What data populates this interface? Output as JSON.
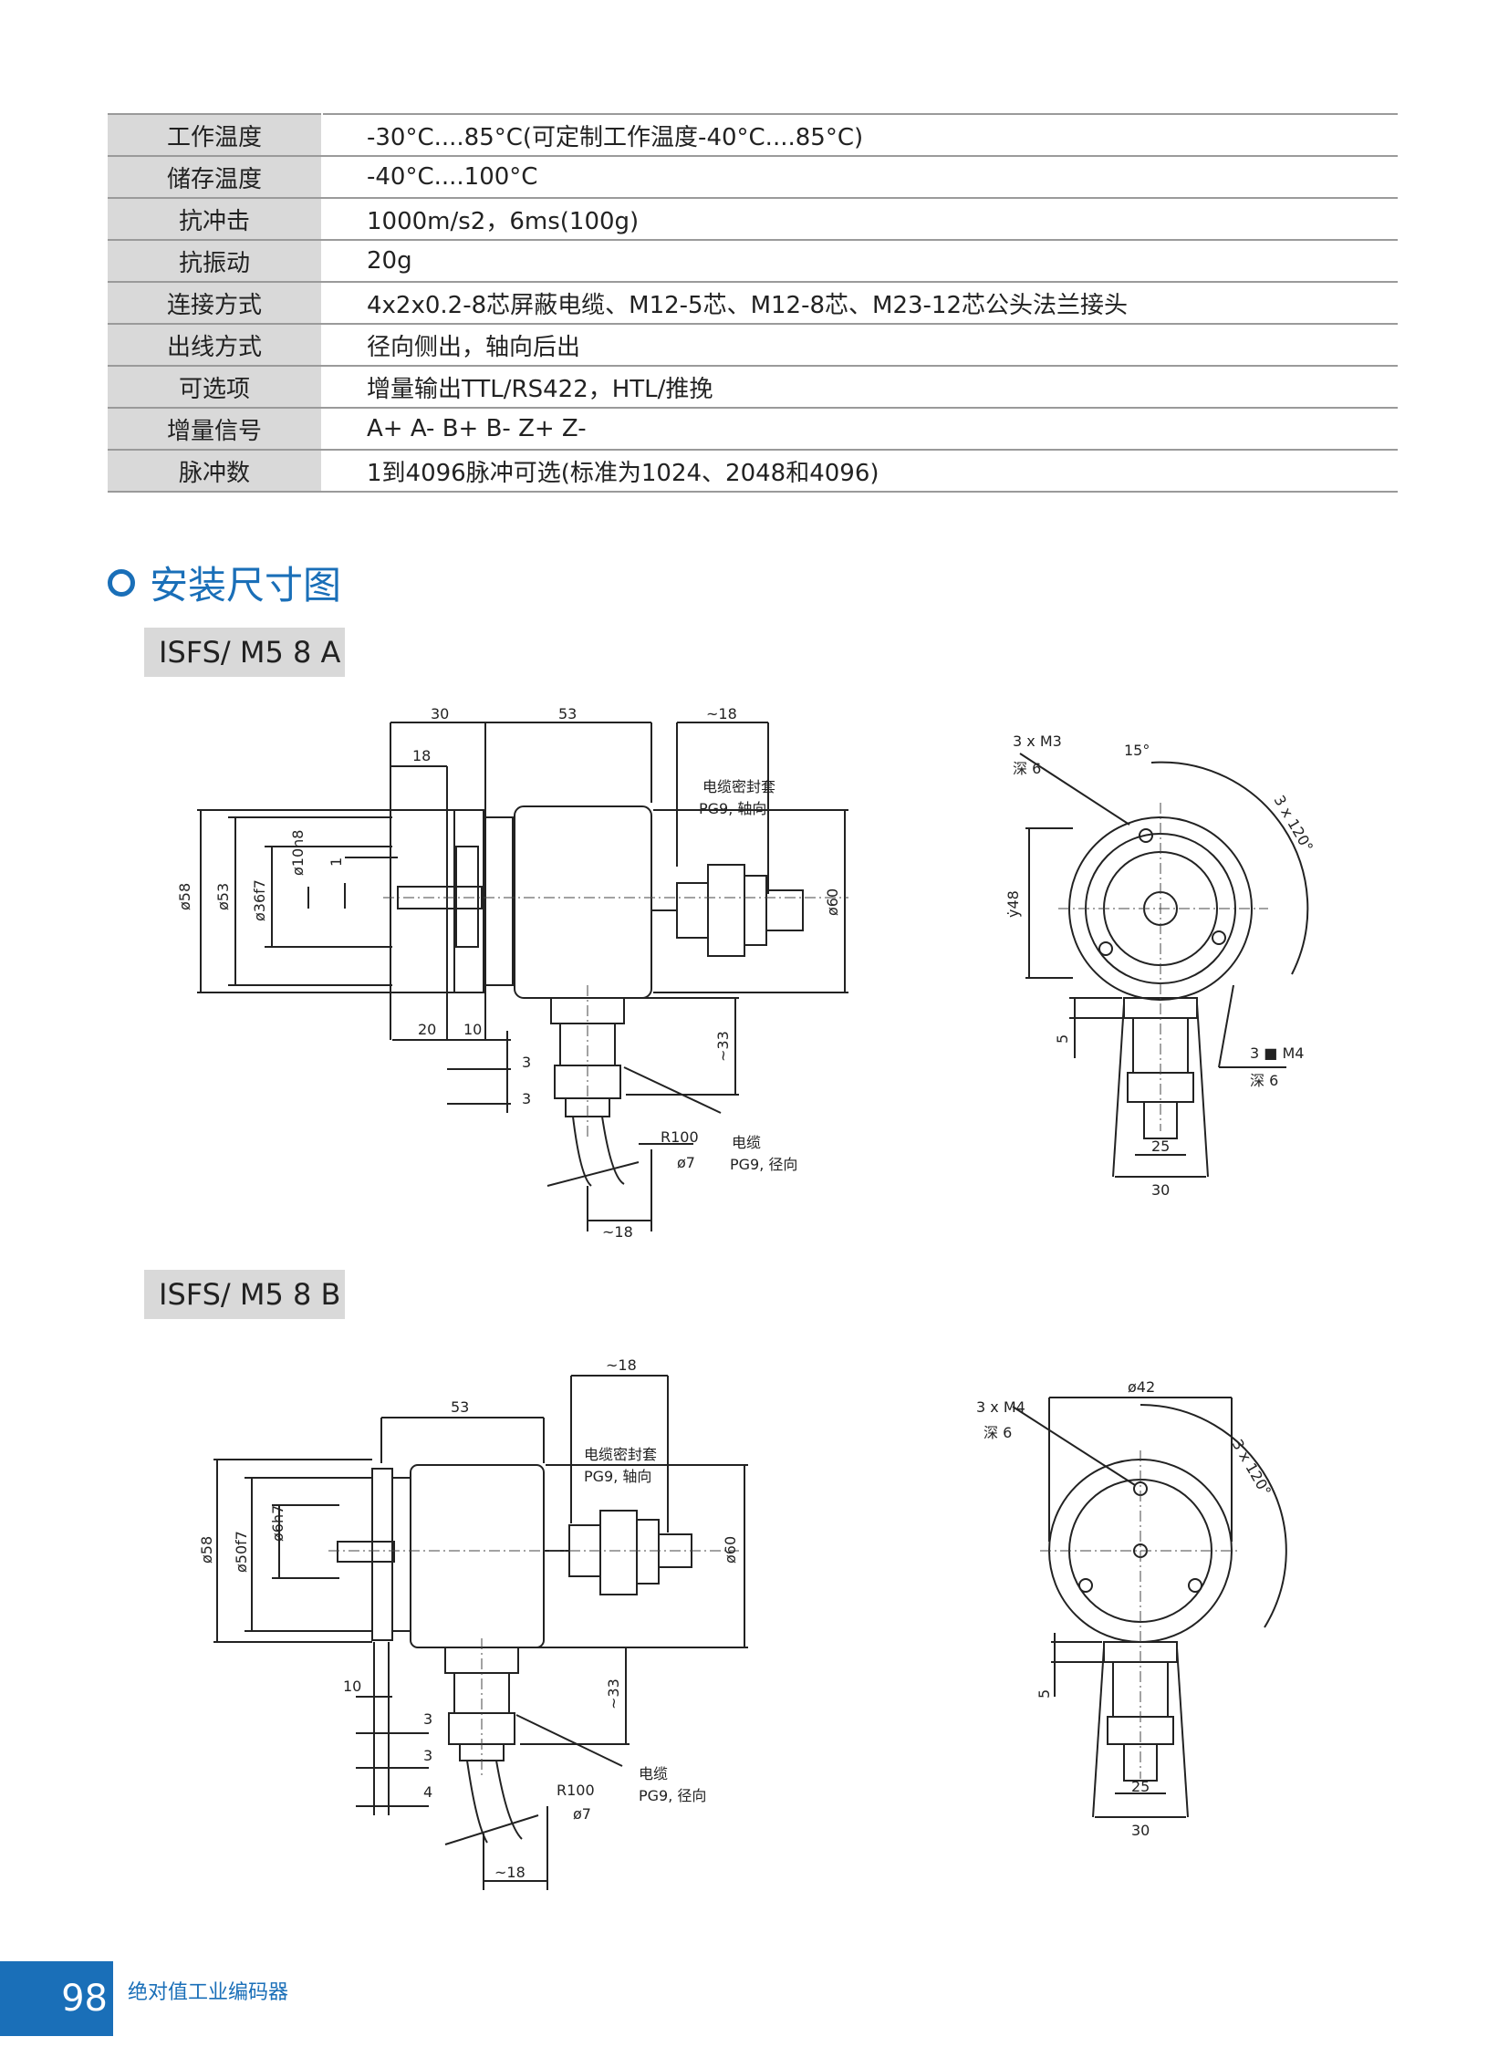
{
  "specs": [
    {
      "label": "工作温度",
      "value": "-30°C....85°C(可定制工作温度-40°C....85°C)"
    },
    {
      "label": "储存温度",
      "value": "-40°C....100°C"
    },
    {
      "label": "抗冲击",
      "value": "1000m/s2，6ms(100g)"
    },
    {
      "label": "抗振动",
      "value": "20g"
    },
    {
      "label": "连接方式",
      "value": "4x2x0.2-8芯屏蔽电缆、M12-5芯、M12-8芯、M23-12芯公头法兰接头"
    },
    {
      "label": "出线方式",
      "value": "径向侧出，轴向后出"
    },
    {
      "label": "可选项",
      "value": "增量输出TTL/RS422，HTL/推挽"
    },
    {
      "label": "增量信号",
      "value": "A+ A- B+ B- Z+ Z-"
    },
    {
      "label": "脉冲数",
      "value": "1到4096脉冲可选(标准为1024、2048和4096)"
    }
  ],
  "section_title": "安装尺寸图",
  "model_a": "ISFS/ M5 8 A",
  "model_b": "ISFS/ M5 8 B",
  "drawing_a": {
    "side": {
      "dim_top_30": "30",
      "dim_top_53": "53",
      "dim_top_18": "~18",
      "dim_18": "18",
      "d58": "ø58",
      "d53": "ø53",
      "d36f7": "ø36f7",
      "d10h8": "ø10h8",
      "dim_1": "1",
      "d60": "ø60",
      "dim_20": "20",
      "dim_10": "10",
      "dim_3a": "3",
      "dim_3b": "3",
      "dim_33": "~33",
      "r100": "R100",
      "d7": "ø7",
      "dim_bottom_18": "~18",
      "seal_line1": "电缆密封套",
      "seal_line2": "PG9, 轴向",
      "cable_line1": "电缆",
      "cable_line2": "PG9, 径向"
    },
    "front": {
      "holes_line1": "3 x M3",
      "holes_line2": "深 6",
      "angle_15": "15°",
      "angle_3x120": "3 x 120°",
      "dim_48": "ẏ48",
      "dim_5": "5",
      "m4_line1": "3 ■ M4",
      "m4_line2": "深 6",
      "dim_25": "25",
      "dim_30": "30"
    }
  },
  "drawing_b": {
    "side": {
      "dim_top_18": "~18",
      "dim_53": "53",
      "d58": "ø58",
      "d50f7": "ø50f7",
      "d6h7": "ø6h7",
      "d60": "ø60",
      "dim_10": "10",
      "dim_3a": "3",
      "dim_3b": "3",
      "dim_4": "4",
      "dim_33": "~33",
      "r100": "R100",
      "d7": "ø7",
      "dim_bottom_18": "~18",
      "seal_line1": "电缆密封套",
      "seal_line2": "PG9, 轴向",
      "cable_line1": "电缆",
      "cable_line2": "PG9, 径向"
    },
    "front": {
      "d42": "ø42",
      "holes_line1": "3 x M4",
      "holes_line2": "深 6",
      "angle_3x120": "3 x 120°",
      "dim_5": "5",
      "dim_25": "25",
      "dim_30": "30"
    }
  },
  "footer": {
    "page_number": "98",
    "title": "绝对值工业编码器"
  },
  "colors": {
    "accent": "#1a6fb8",
    "table_label_bg": "#d9d9d9"
  }
}
